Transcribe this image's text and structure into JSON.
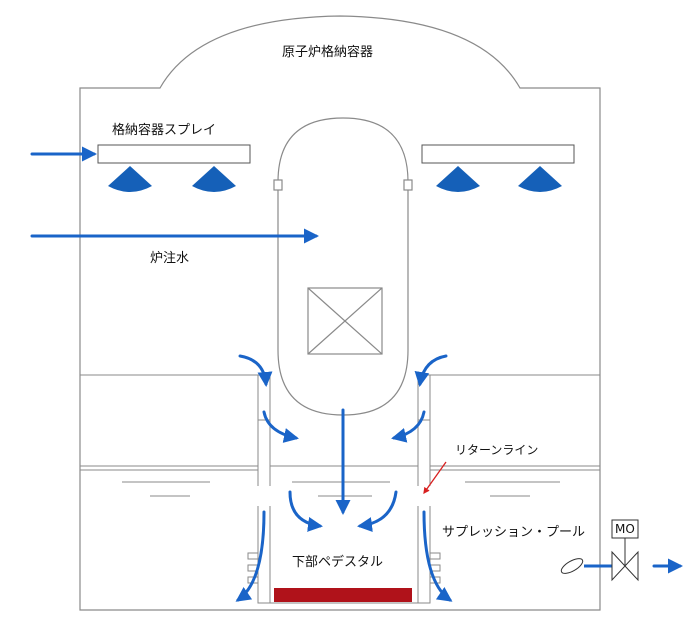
{
  "labels": {
    "containment_vessel": "原子炉格納容器",
    "containment_spray": "格納容器スプレイ",
    "reactor_injection": "炉注水",
    "return_line": "リターンライン",
    "suppression_pool": "サプレッション・プール",
    "lower_pedestal": "下部ペデスタル",
    "motor_operated_valve": "MO"
  },
  "colors": {
    "flow_arrow": "#1a64c8",
    "spray_nozzle": "#1560b8",
    "debris": "#b0121a",
    "return_line_pointer": "#d82020",
    "structure_line": "#8a8a8a"
  }
}
